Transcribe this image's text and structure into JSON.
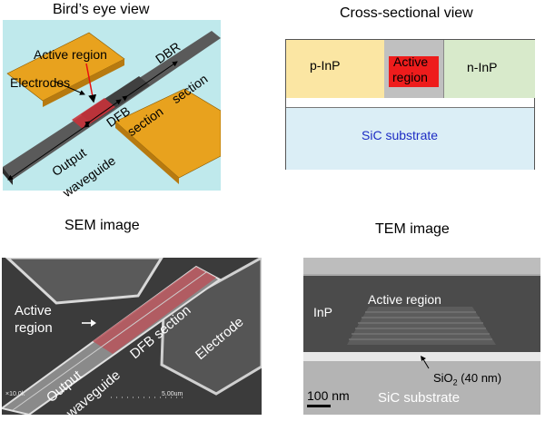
{
  "panels": {
    "birds_eye": {
      "title": "Bird’s eye view",
      "labels": {
        "active_region": "Active region",
        "electrodes": "Electrodes",
        "dbr": "DBR",
        "dbr_section": "section",
        "dfb": "DFB",
        "dfb_section": "section",
        "output": "Output",
        "waveguide": "waveguide"
      }
    },
    "cross_section": {
      "title": "Cross-sectional view",
      "labels": {
        "p_inp": "p-InP",
        "active": "Active",
        "region": "region",
        "n_inp": "n-InP",
        "substrate": "SiC substrate"
      }
    },
    "sem": {
      "title": "SEM image",
      "labels": {
        "active": "Active",
        "region": "region",
        "dfb_section": "DFB section",
        "electrode": "Electrode",
        "output": "Output",
        "waveguide": "waveguide",
        "mag": "×10.0k",
        "scale": "5.00um"
      }
    },
    "tem": {
      "title": "TEM image",
      "labels": {
        "inp": "InP",
        "active_region": "Active region",
        "sio2_main": "SiO",
        "sio2_sub": "2",
        "sio2_tail": " (40 nm)",
        "scale": "100 nm",
        "substrate": "SiC substrate"
      }
    }
  },
  "colors": {
    "p_inp": "#fbe6a3",
    "active": "#ee1c1c",
    "n_inp": "#d8eacb",
    "substrate": "#dbeef6",
    "electrode": "#e8a21e",
    "diagram_bg": "#bfe9ec"
  }
}
